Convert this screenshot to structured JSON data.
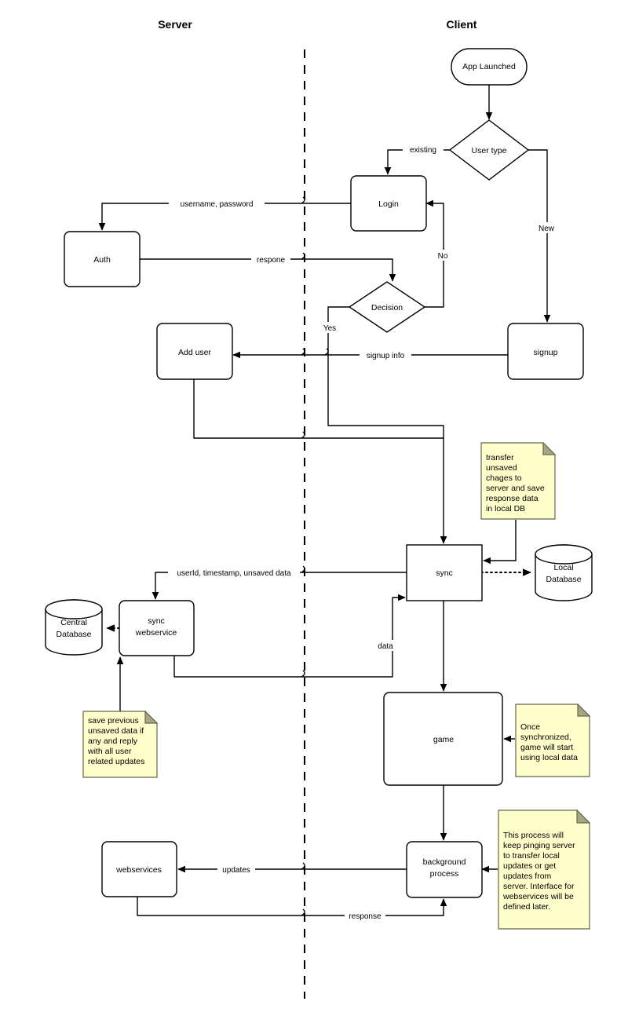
{
  "diagram": {
    "title_lanes": [
      {
        "id": "server",
        "label": "Server"
      },
      {
        "id": "client",
        "label": "Client"
      }
    ],
    "nodes": {
      "app_launched": "App Launched",
      "user_type": "User type",
      "login": "Login",
      "auth": "Auth",
      "decision": "Decision",
      "add_user": "Add user",
      "signup": "signup",
      "sync": "sync",
      "local_database_l1": "Local",
      "local_database_l2": "Database",
      "sync_webservice_l1": "sync",
      "sync_webservice_l2": "webservice",
      "central_database_l1": "Central",
      "central_database_l2": "Database",
      "game": "game",
      "background_process_l1": "background",
      "background_process_l2": "process",
      "webservices": "webservices"
    },
    "edge_labels": {
      "existing": "existing",
      "new": "New",
      "username_password": "username, password",
      "respone": "respone",
      "no": "No",
      "yes": "Yes",
      "signup_info": "signup info",
      "userid_timestamp": "userId, timestamp, unsaved data",
      "data": "data",
      "updates": "updates",
      "response": "response"
    },
    "notes": {
      "transfer": [
        "transfer",
        "unsaved",
        "chages to",
        "server and save",
        "response data",
        "in local DB"
      ],
      "save_previous": [
        "save previous",
        "unsaved data if",
        "any and reply",
        "with all user",
        "related updates"
      ],
      "once_sync": [
        "Once",
        "synchronized,",
        "game will start",
        "using local data"
      ],
      "background": [
        "This process will",
        "keep pinging server",
        "to transfer local",
        "updates or get",
        "updates from",
        "server. Interface for",
        "webservices will be",
        "defined later."
      ]
    },
    "colors": {
      "note_fill": "#ffffcc",
      "note_stroke": "#66664d",
      "note_fold": "#a6a680",
      "shape_fill": "#ffffff",
      "line": "#000000"
    }
  }
}
